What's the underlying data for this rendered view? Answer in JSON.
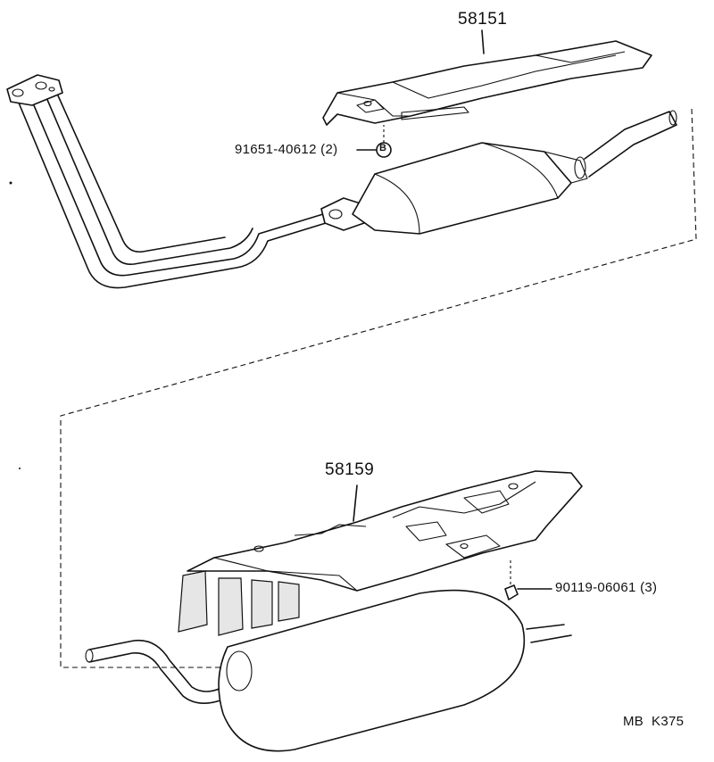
{
  "labels": {
    "part_58151": "58151",
    "part_58159": "58159",
    "part_91651": "91651-40612 (2)",
    "part_90119": "90119-06061 (3)",
    "callout_b": "B",
    "drawing_code": "MB  K375"
  }
}
